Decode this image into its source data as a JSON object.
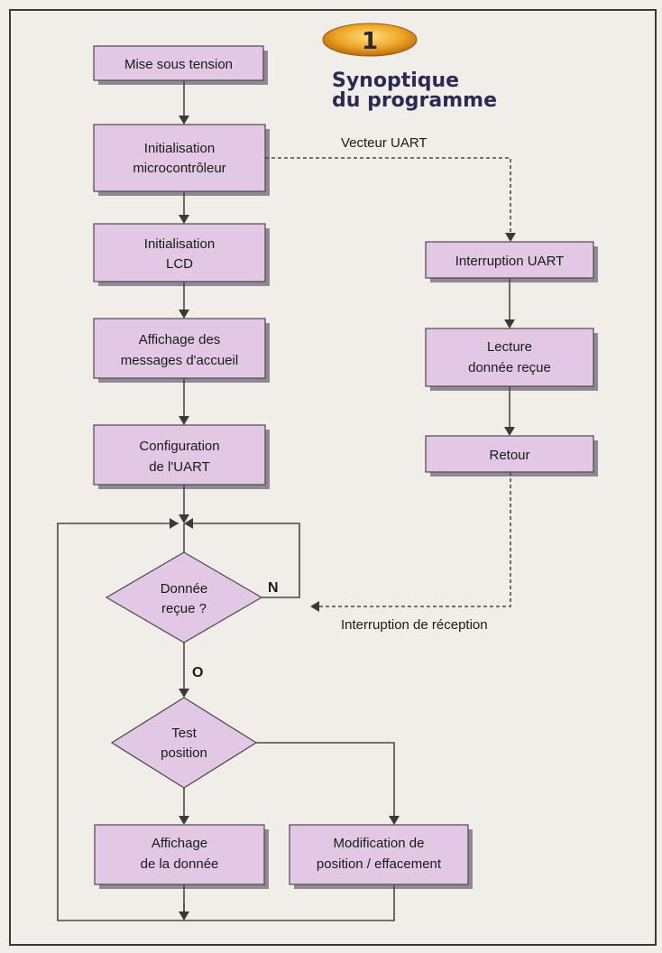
{
  "figure": {
    "number": "1",
    "title_line1": "Synoptique",
    "title_line2": "du programme"
  },
  "steps": {
    "power_on": "Mise sous tension",
    "init_mcu": [
      "Initialisation",
      "microcontrôleur"
    ],
    "init_lcd": [
      "Initialisation",
      "LCD"
    ],
    "welcome": [
      "Affichage des",
      "messages d'accueil"
    ],
    "config_uart": [
      "Configuration",
      "de l'UART"
    ],
    "data_received": [
      "Donnée",
      "reçue ?"
    ],
    "test_position": [
      "Test",
      "position"
    ],
    "display_data": [
      "Affichage",
      "de la donnée"
    ],
    "modify_position": [
      "Modification de",
      "position / effacement"
    ],
    "uart_interrupt": "Interruption UART",
    "read_data": [
      "Lecture",
      "donnée reçue"
    ],
    "return": "Retour"
  },
  "labels": {
    "uart_vector": "Vecteur UART",
    "rx_interrupt": "Interruption de réception",
    "no": "N",
    "yes": "O"
  },
  "colors": {
    "box_fill": "#e3c8e6",
    "title": "#2c2a55",
    "badge": "#e8a020"
  }
}
